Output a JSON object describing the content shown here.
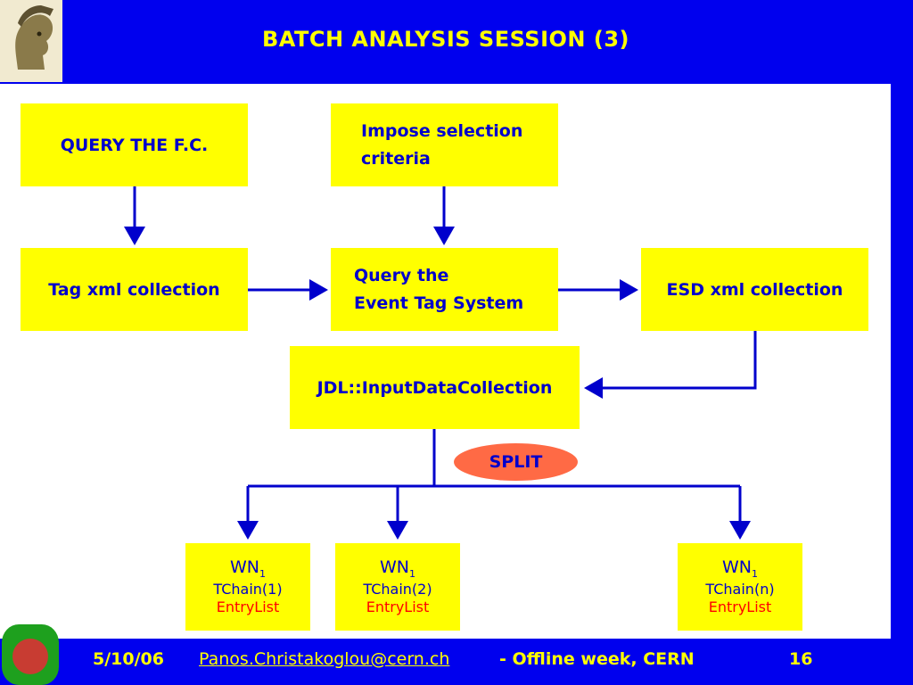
{
  "slide": {
    "title": "BATCH ANALYSIS SESSION (3)"
  },
  "boxes": {
    "query_fc": "QUERY THE F.C.",
    "impose_1": "Impose selection",
    "impose_2": "criteria",
    "tag_xml": "Tag xml collection",
    "query_ets_1": "Query the",
    "query_ets_2": "Event Tag System",
    "esd_xml": "ESD xml collection",
    "jdl": "JDL::InputDataCollection",
    "split": "SPLIT"
  },
  "workers": [
    {
      "wn": "WN",
      "sub": "1",
      "chain": "TChain(1)",
      "entry": "EntryList"
    },
    {
      "wn": "WN",
      "sub": "1",
      "chain": "TChain(2)",
      "entry": "EntryList"
    },
    {
      "wn": "WN",
      "sub": "1",
      "chain": "TChain(n)",
      "entry": "EntryList"
    }
  ],
  "footer": {
    "date": "5/10/06",
    "email": "Panos.Christakoglou@cern.ch",
    "event": "- Offline week, CERN",
    "page": "16"
  },
  "colors": {
    "background": "#0000ee",
    "box": "#ffff00",
    "text": "#0000cc",
    "entry": "#ff0000",
    "split": "#ff6a45",
    "title": "#ffff00"
  }
}
